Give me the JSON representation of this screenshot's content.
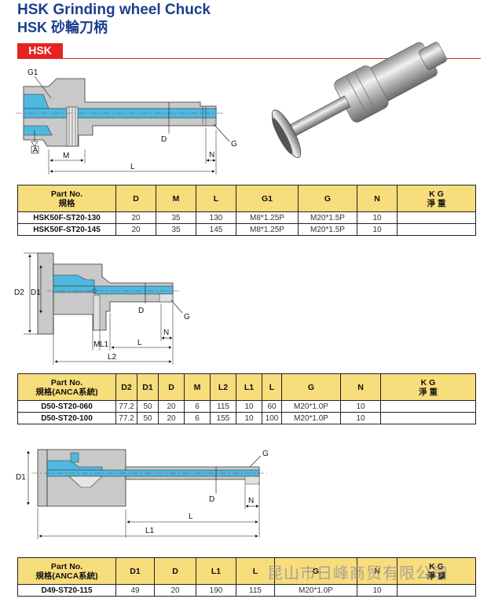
{
  "header": {
    "title_en": "HSK Grinding wheel Chuck",
    "title_cn": "HSK 砂輪刀柄",
    "badge": "HSK"
  },
  "drawing1": {
    "labels": {
      "g1": "G1",
      "a": "A",
      "m": "M",
      "d": "D",
      "l": "L",
      "n": "N",
      "g": "G"
    }
  },
  "drawing2": {
    "labels": {
      "d2": "D2",
      "d1": "D1",
      "d": "D",
      "g": "G",
      "m": "M",
      "l1": "L1",
      "l": "L",
      "n": "N",
      "l2": "L2"
    }
  },
  "drawing3": {
    "labels": {
      "g": "G",
      "d1": "D1",
      "d": "D",
      "n": "N",
      "l": "L",
      "l1": "L1"
    }
  },
  "table1": {
    "head": {
      "pn": "Part No.",
      "pn_cn": "規格",
      "d": "D",
      "m": "M",
      "l": "L",
      "g1": "G1",
      "g": "G",
      "n": "N",
      "kg": "K G",
      "kg_cn": "淨 重"
    },
    "rows": [
      {
        "pn": "HSK50F-ST20-130",
        "d": "20",
        "m": "35",
        "l": "130",
        "g1": "M8*1.25P",
        "g": "M20*1.5P",
        "n": "10",
        "kg": ""
      },
      {
        "pn": "HSK50F-ST20-145",
        "d": "20",
        "m": "35",
        "l": "145",
        "g1": "M8*1.25P",
        "g": "M20*1.5P",
        "n": "10",
        "kg": ""
      }
    ]
  },
  "table2": {
    "head": {
      "pn": "Part No.",
      "pn_cn": "規格(ANCA系統)",
      "d2": "D2",
      "d1": "D1",
      "d": "D",
      "m": "M",
      "l2": "L2",
      "l1": "L1",
      "l": "L",
      "g": "G",
      "n": "N",
      "kg": "K G",
      "kg_cn": "淨 重"
    },
    "rows": [
      {
        "pn": "D50-ST20-060",
        "d2": "77.2",
        "d1": "50",
        "d": "20",
        "m": "6",
        "l2": "115",
        "l1": "10",
        "l": "60",
        "g": "M20*1.0P",
        "n": "10",
        "kg": ""
      },
      {
        "pn": "D50-ST20-100",
        "d2": "77.2",
        "d1": "50",
        "d": "20",
        "m": "6",
        "l2": "155",
        "l1": "10",
        "l": "100",
        "g": "M20*1.0P",
        "n": "10",
        "kg": ""
      }
    ]
  },
  "table3": {
    "head": {
      "pn": "Part No.",
      "pn_cn": "規格(ANCA系統)",
      "d1": "D1",
      "d": "D",
      "l1": "L1",
      "l": "L",
      "g": "G",
      "n": "N",
      "kg": "K G",
      "kg_cn": "淨 重"
    },
    "rows": [
      {
        "pn": "D49-ST20-115",
        "d1": "49",
        "d": "20",
        "l1": "190",
        "l": "115",
        "g": "M20*1.0P",
        "n": "10",
        "kg": ""
      }
    ]
  },
  "watermark": "昆山市日峰商贸有限公司",
  "colors": {
    "title_blue": "#1b3f8f",
    "badge_red": "#e52421",
    "table_header": "#f8dd7c",
    "part_blue": "#4fb8e0",
    "part_gray": "#c9c9c9"
  }
}
